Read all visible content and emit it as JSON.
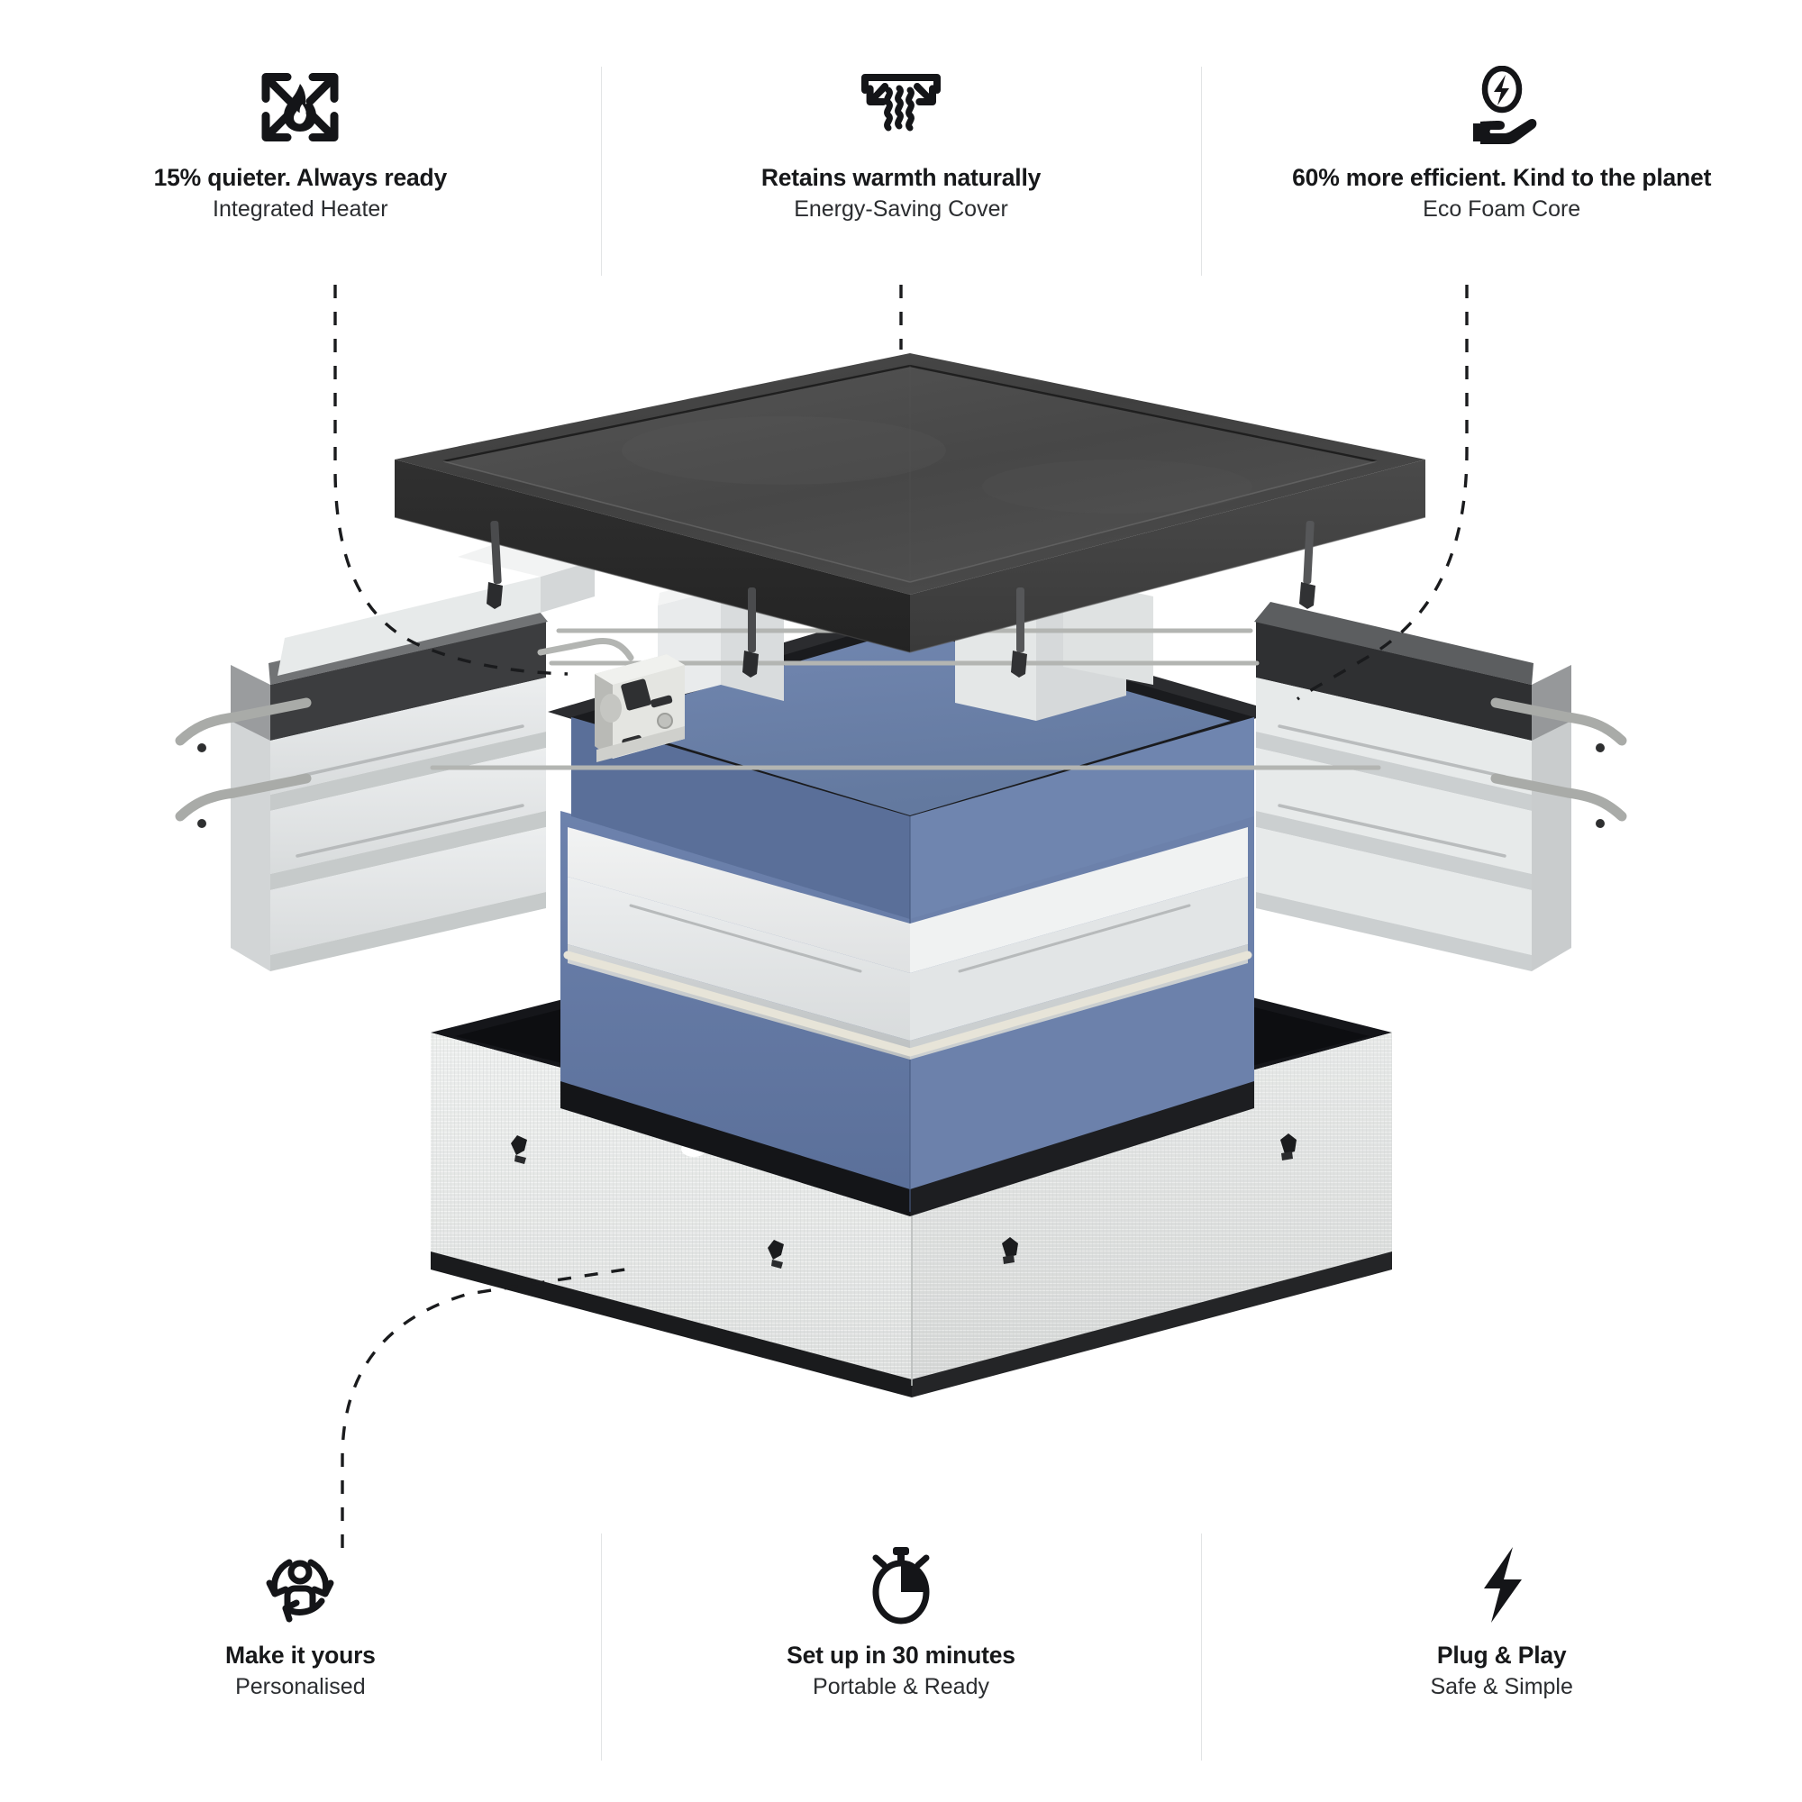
{
  "palette": {
    "background": "#ffffff",
    "divider": "#e2e4e5",
    "text_primary": "#17181a",
    "text_secondary": "#2b2d30",
    "icon": "#141518",
    "cover_black": "#3a3a3a",
    "cover_black_dark": "#2a2a2a",
    "foam_white": "#e9ebec",
    "foam_shadow": "#c9cccd",
    "liner_blue": "#6379a6",
    "liner_blue_dark": "#53688f",
    "cabinet_fabric": "#e6e8e7",
    "trim_black": "#1e1f21",
    "rod_silver": "#b9bbb8",
    "heater_grey": "#d5d6d2"
  },
  "features_top": [
    {
      "id": "integrated-heater",
      "icon": "flame-expand-icon",
      "title": "15% quieter. Always ready",
      "subtitle": "Integrated Heater"
    },
    {
      "id": "energy-saving-cover",
      "icon": "heat-retention-icon",
      "title": "Retains warmth naturally",
      "subtitle": "Energy-Saving Cover"
    },
    {
      "id": "eco-foam-core",
      "icon": "eco-energy-hand-icon",
      "title": "60% more efficient. Kind to the planet",
      "subtitle": "Eco Foam Core"
    }
  ],
  "features_bottom": [
    {
      "id": "personalised",
      "icon": "person-rotate-icon",
      "title": "Make it yours",
      "subtitle": "Personalised"
    },
    {
      "id": "portable-ready",
      "icon": "stopwatch-icon",
      "title": "Set up in 30 minutes",
      "subtitle": "Portable & Ready"
    },
    {
      "id": "plug-and-play",
      "icon": "lightning-bolt-icon",
      "title": "Plug & Play",
      "subtitle": "Safe & Simple"
    }
  ],
  "product": {
    "type": "exploded-assembly-diagram",
    "parts": [
      "insulating-cover-lid",
      "foam-wall-panels",
      "integrated-heater-module",
      "blue-liner-tub",
      "connector-rods",
      "fabric-base-cabinet"
    ]
  }
}
